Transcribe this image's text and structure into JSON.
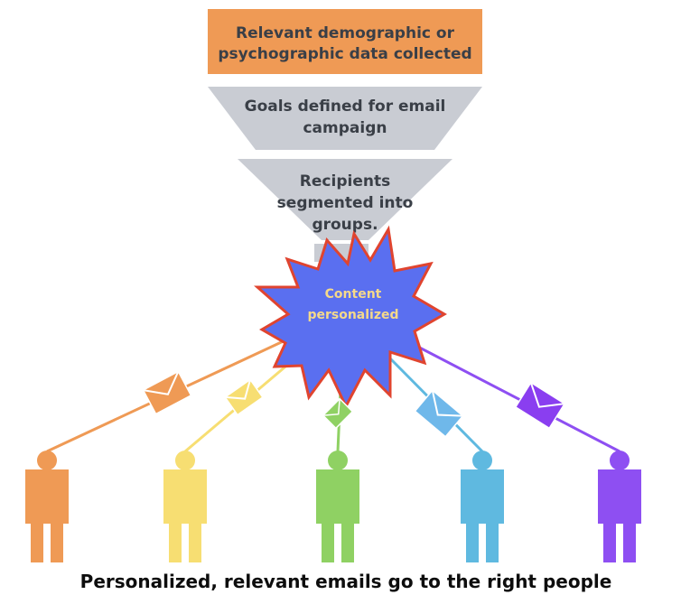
{
  "funnel": {
    "stage1": {
      "line1": "Relevant demographic or",
      "line2": "psychographic data collected",
      "color": "#ef9a55"
    },
    "stage2": {
      "line1": "Goals defined for email",
      "line2": "campaign",
      "color": "#c9ccd3"
    },
    "stage3": {
      "line1": "Recipients",
      "line2": "segmented into",
      "line3": "groups.",
      "color": "#c9ccd3"
    }
  },
  "burst": {
    "line1": "Content",
    "line2": "personalized",
    "fill": "#5a6ff0",
    "outline": "#e0442f",
    "text_color": "#f5d98a"
  },
  "recipients": [
    {
      "name": "orange",
      "color": "#ef9a55",
      "envelope_color": "#ef9a55"
    },
    {
      "name": "yellow",
      "color": "#f7de72",
      "envelope_color": "#f7de72"
    },
    {
      "name": "green",
      "color": "#8fd163",
      "envelope_color": "#8fd163"
    },
    {
      "name": "blue",
      "color": "#5fb9e0",
      "envelope_color": "#6fb8ea"
    },
    {
      "name": "purple",
      "color": "#8e4ff2",
      "envelope_color": "#8a3ef0"
    }
  ],
  "caption": {
    "text": "Personalized, relevant emails go to the right people"
  }
}
